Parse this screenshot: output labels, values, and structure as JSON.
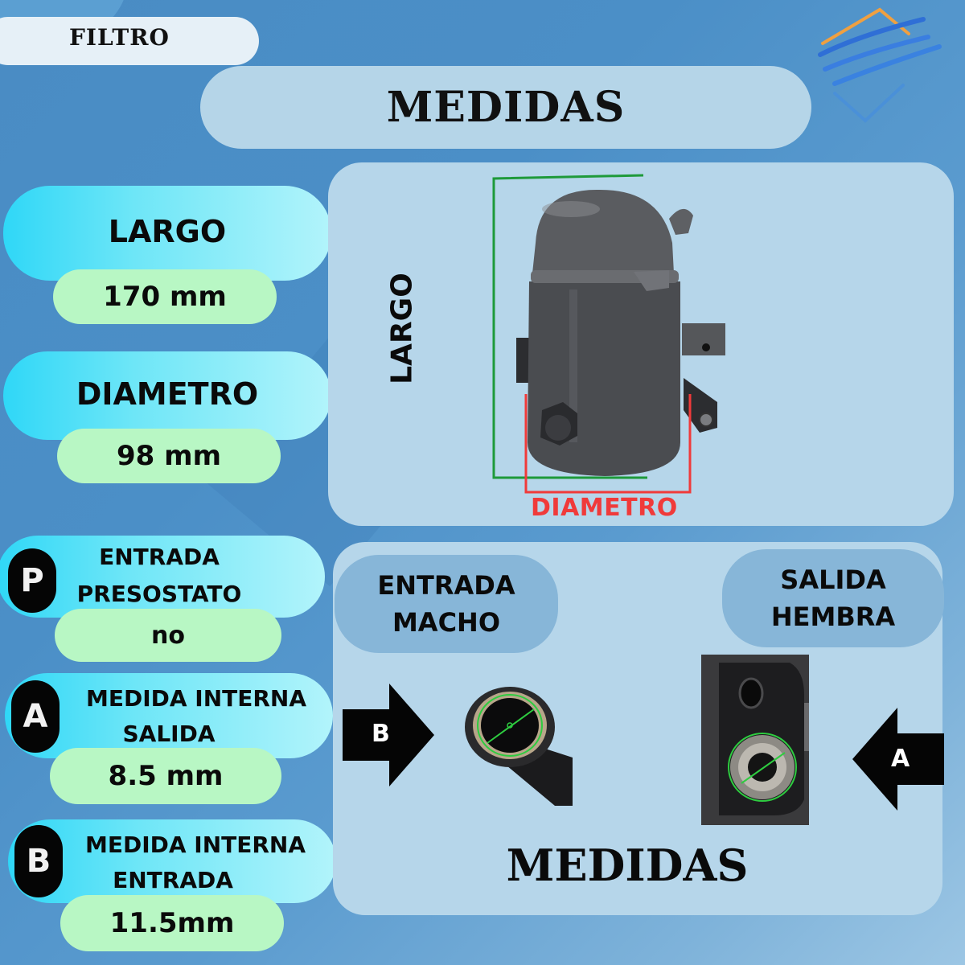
{
  "header": {
    "category": "FILTRO",
    "title": "MEDIDAS"
  },
  "logo": {
    "icon": "brand-logo-icon",
    "colors": {
      "top": "#f0a040",
      "waves": "#2f6fd6",
      "bottom": "#4a90d8"
    }
  },
  "specs": [
    {
      "label": "LARGO",
      "value": "170 mm"
    },
    {
      "label": "DIAMETRO",
      "value": "98 mm"
    },
    {
      "badge": "P",
      "label_lines": [
        "ENTRADA",
        "PRESOSTATO"
      ],
      "value": "no"
    },
    {
      "badge": "A",
      "label_lines": [
        "MEDIDA INTERNA",
        "SALIDA"
      ],
      "value": "8.5 mm"
    },
    {
      "badge": "B",
      "label_lines": [
        "MEDIDA INTERNA",
        "ENTRADA"
      ],
      "value": "11.5mm"
    }
  ],
  "product_panel": {
    "vertical_label": "LARGO",
    "diameter_label": "DIAMETRO",
    "colors": {
      "largo_line": "#1e9a3a",
      "diametro_line": "#f03a3a",
      "diametro_text": "#f03a3a"
    }
  },
  "ports_panel": {
    "inlet": {
      "lines": [
        "ENTRADA",
        "MACHO"
      ],
      "arrow_label": "B"
    },
    "outlet": {
      "lines": [
        "SALIDA",
        "HEMBRA"
      ],
      "arrow_label": "A"
    },
    "footer": "MEDIDAS"
  }
}
